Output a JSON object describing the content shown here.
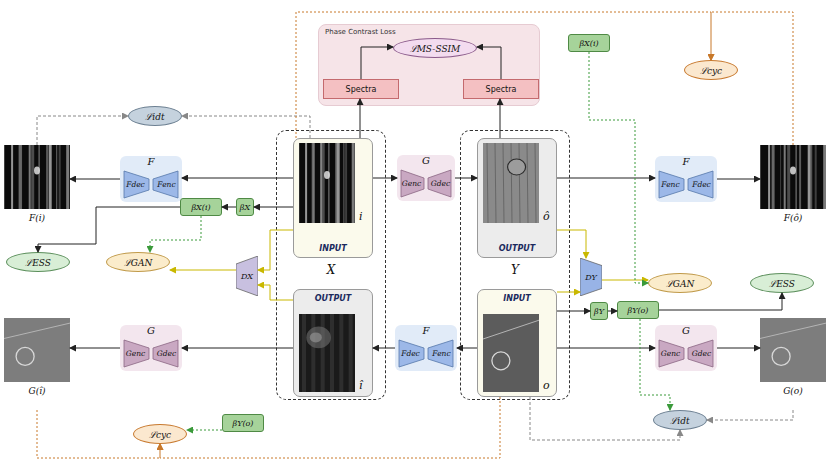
{
  "diagram": {
    "nodes": [
      {
        "text": [
          "Phase Contrast Loss"
        ]
      },
      {
        "text": [
          "ℒMS-SSIM"
        ],
        "in": 0
      },
      {
        "text": [
          "Spectra"
        ],
        "in": 0
      },
      {
        "text": [
          "Spectra"
        ],
        "in": 0
      },
      {
        "text": [
          "X"
        ]
      },
      {
        "text": [
          "i",
          "INPUT"
        ],
        "in": 4
      },
      {
        "text": [
          "OUTPUT",
          "î"
        ],
        "in": 4
      },
      {
        "text": [
          "Y"
        ]
      },
      {
        "text": [
          "ô",
          "OUTPUT"
        ],
        "in": 7
      },
      {
        "text": [
          "INPUT",
          "o"
        ],
        "in": 7
      },
      {
        "text": [
          "G",
          "Genc",
          "Gdec"
        ]
      },
      {
        "text": [
          "F",
          "Fdec",
          "Fenc"
        ]
      },
      {
        "text": [
          "F(i)"
        ]
      },
      {
        "text": [
          "F",
          "Fenc",
          "Fdec"
        ]
      },
      {
        "text": [
          "F(ô)"
        ]
      },
      {
        "text": [
          "F",
          "Fdec",
          "Fenc"
        ]
      },
      {
        "text": [
          "G",
          "Genc",
          "Gdec"
        ]
      },
      {
        "text": [
          "G(î)"
        ]
      },
      {
        "text": [
          "G",
          "Genc",
          "Gdec"
        ]
      },
      {
        "text": [
          "G(o)"
        ]
      },
      {
        "text": [
          "βX"
        ]
      },
      {
        "text": [
          "βX(i)"
        ]
      },
      {
        "text": [
          "DX"
        ]
      },
      {
        "text": [
          "DY"
        ]
      },
      {
        "text": [
          "βY"
        ]
      },
      {
        "text": [
          "βY(o)"
        ]
      },
      {
        "text": [
          "ℒidt"
        ]
      },
      {
        "text": [
          "ℒESS"
        ]
      },
      {
        "text": [
          "ℒGAN"
        ]
      },
      {
        "text": [
          "ℒGAN"
        ]
      },
      {
        "text": [
          "ℒESS"
        ]
      },
      {
        "text": [
          "ℒidt"
        ]
      },
      {
        "text": [
          "ℒcyc"
        ]
      },
      {
        "text": [
          "ℒcyc"
        ]
      },
      {
        "text": [
          "βX(i)"
        ]
      },
      {
        "text": [
          "βY(o)"
        ]
      }
    ],
    "edges": [
      {
        "from": 5,
        "to": 10,
        "arrow": "to"
      },
      {
        "from": 10,
        "to": 8,
        "arrow": "to"
      },
      {
        "from": 5,
        "to": 11,
        "arrow": "to"
      },
      {
        "from": 11,
        "to": 12,
        "arrow": "to"
      },
      {
        "from": 8,
        "to": 13,
        "arrow": "to"
      },
      {
        "from": 13,
        "to": 14,
        "arrow": "to"
      },
      {
        "from": 9,
        "to": 15,
        "arrow": "to"
      },
      {
        "from": 15,
        "to": 6,
        "arrow": "to"
      },
      {
        "from": 6,
        "to": 16,
        "arrow": "to"
      },
      {
        "from": 16,
        "to": 17,
        "arrow": "to"
      },
      {
        "from": 9,
        "to": 18,
        "arrow": "to"
      },
      {
        "from": 18,
        "to": 19,
        "arrow": "to"
      },
      {
        "from": 5,
        "to": 2,
        "arrow": "to"
      },
      {
        "from": 8,
        "to": 3,
        "arrow": "to"
      },
      {
        "from": 2,
        "to": 1,
        "arrow": "to"
      },
      {
        "from": 3,
        "to": 1,
        "arrow": "to"
      },
      {
        "from": 5,
        "to": 20,
        "arrow": "to"
      },
      {
        "from": 20,
        "to": 21,
        "arrow": "to"
      },
      {
        "from": 21,
        "to": 27,
        "arrow": "to"
      },
      {
        "from": 5,
        "to": 22,
        "arrow": "to"
      },
      {
        "from": 6,
        "to": 22,
        "arrow": "to"
      },
      {
        "from": 22,
        "to": 28,
        "arrow": "to"
      },
      {
        "from": 8,
        "to": 23,
        "arrow": "to"
      },
      {
        "from": 9,
        "to": 23,
        "arrow": "to"
      },
      {
        "from": 23,
        "to": 29,
        "arrow": "to"
      },
      {
        "from": 9,
        "to": 24,
        "arrow": "to"
      },
      {
        "from": 24,
        "to": 25,
        "arrow": "to"
      },
      {
        "from": 25,
        "to": 30,
        "arrow": "to"
      },
      {
        "from": 12,
        "to": 26,
        "arrow": "to"
      },
      {
        "from": 5,
        "to": 26,
        "arrow": "to"
      },
      {
        "from": 19,
        "to": 31,
        "arrow": "to"
      },
      {
        "from": 9,
        "to": 31,
        "arrow": "to"
      },
      {
        "from": 14,
        "to": 32,
        "arrow": "to"
      },
      {
        "from": 5,
        "to": 32,
        "arrow": "to"
      },
      {
        "from": 17,
        "to": 33,
        "arrow": "to"
      },
      {
        "from": 9,
        "to": 33,
        "arrow": "to"
      },
      {
        "from": 21,
        "to": 28,
        "arrow": "to"
      },
      {
        "from": 34,
        "to": 29,
        "arrow": "to"
      },
      {
        "from": 35,
        "to": 33,
        "arrow": "to"
      },
      {
        "from": 25,
        "to": 31,
        "arrow": "to"
      }
    ]
  }
}
